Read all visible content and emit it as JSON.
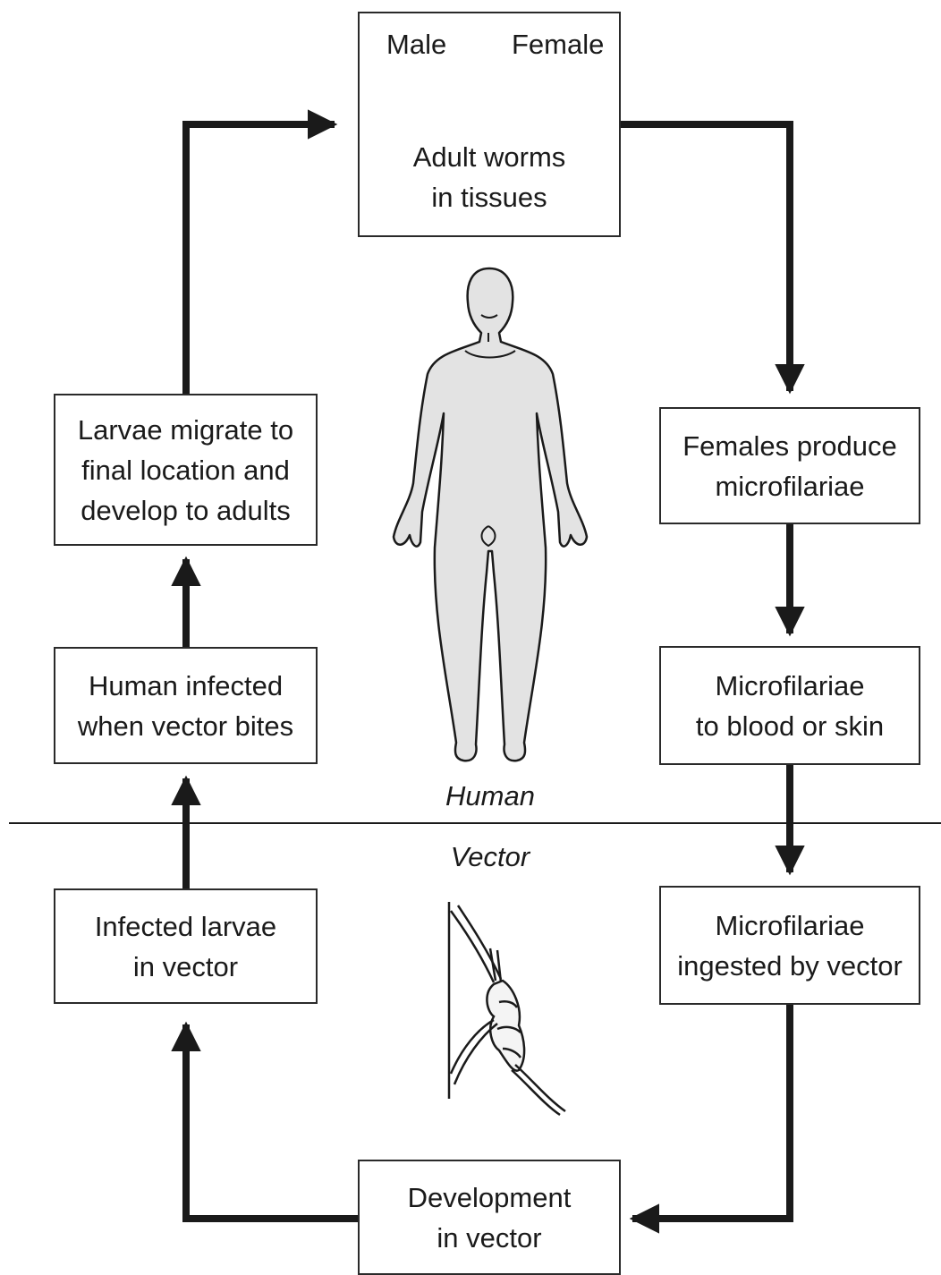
{
  "adult_box": {
    "male_label": "Male",
    "female_label": "Female",
    "line1": "Adult worms",
    "line2": "in tissues"
  },
  "boxes": {
    "females_produce": {
      "line1": "Females produce",
      "line2": "microfilariae"
    },
    "microfilariae_blood": {
      "line1": "Microfilariae",
      "line2": "to blood or skin"
    },
    "microfilariae_ingested": {
      "line1": "Microfilariae",
      "line2": "ingested by vector"
    },
    "development": {
      "line1": "Development",
      "line2": "in vector"
    },
    "infected_larvae": {
      "line1": "Infected larvae",
      "line2": "in vector"
    },
    "human_infected": {
      "line1": "Human infected",
      "line2": "when vector bites"
    },
    "larvae_migrate": {
      "line1": "Larvae migrate to",
      "line2": "final location and",
      "line3": "develop to adults"
    }
  },
  "zones": {
    "human": "Human",
    "vector": "Vector"
  },
  "colors": {
    "line": "#1a1a1a",
    "body_fill": "#e3e3e3",
    "border": "#2a2a2a"
  }
}
